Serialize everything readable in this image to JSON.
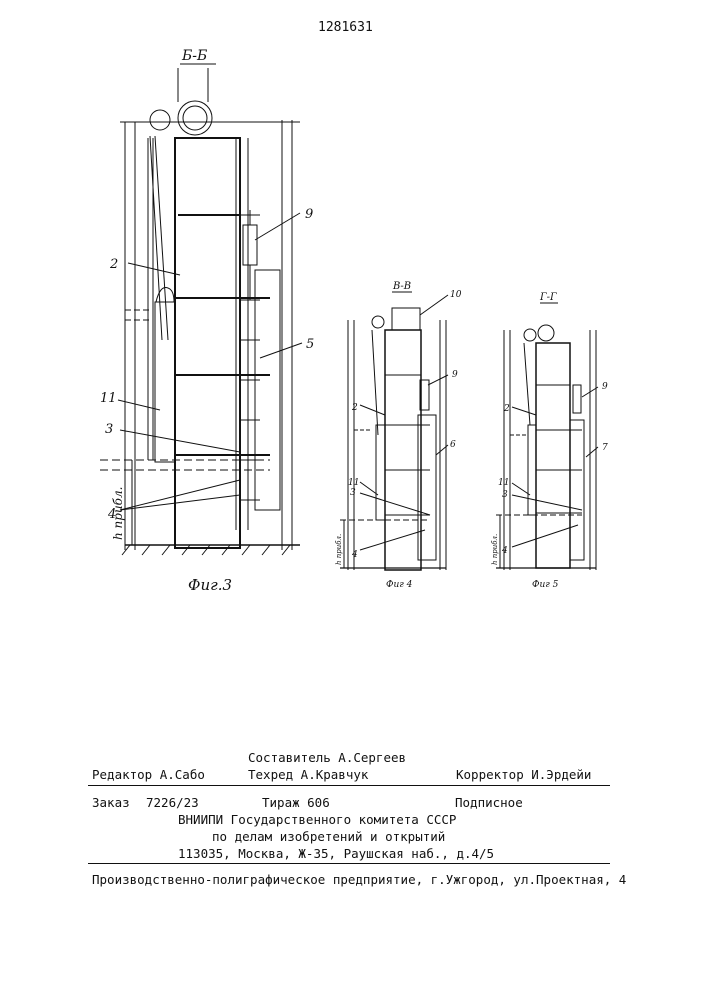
{
  "patent_number": "1281631",
  "figures": [
    {
      "section": "Б-Б",
      "caption": "Фиг.3",
      "labels": [
        "2",
        "9",
        "5",
        "11",
        "3",
        "4"
      ],
      "h_label": "h прибл."
    },
    {
      "section": "В-В",
      "caption": "Фиг 4",
      "labels": [
        "10",
        "9",
        "2",
        "6",
        "11",
        "3",
        "4"
      ],
      "h_label": "h прибл."
    },
    {
      "section": "Г-Г",
      "caption": "Фиг 5",
      "labels": [
        "9",
        "2",
        "7",
        "11",
        "3",
        "4"
      ],
      "h_label": "h прибл."
    }
  ],
  "colophon": {
    "compiler": "Составитель А.Сергеев",
    "editor": "Редактор А.Сабо",
    "techred": "Техред А.Кравчук",
    "corrector": "Корректор И.Эрдейи",
    "order_label": "Заказ",
    "order_number": "7226/23",
    "print_run": "Тираж  606",
    "subscription": "Подписное",
    "org_line1": "ВНИИПИ Государственного комитета СССР",
    "org_line2": "по делам изобретений и открытий",
    "address": "113035, Москва, Ж-35, Раушская наб., д.4/5",
    "printer": "Производственно-полиграфическое предприятие, г.Ужгород, ул.Проектная, 4"
  }
}
